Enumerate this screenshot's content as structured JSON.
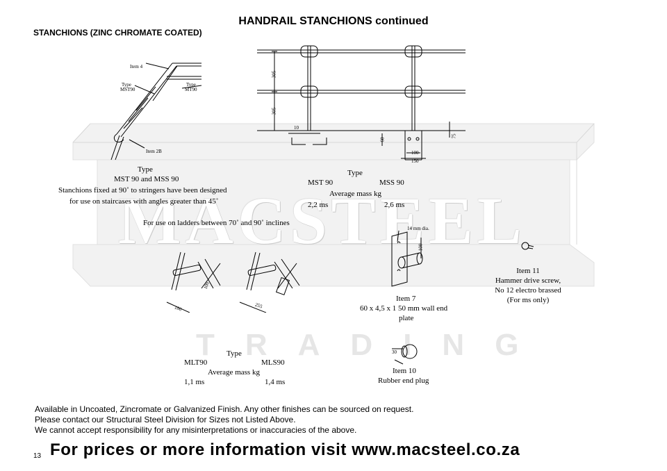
{
  "header": {
    "title": "HANDRAIL STANCHIONS continued",
    "subtitle": "STANCHIONS (ZINC CHROMATE COATED)"
  },
  "watermark": {
    "main": "MACSTEEL",
    "sub": "TRADING"
  },
  "stair_drawing": {
    "item4": "Item 4",
    "type_left_1": "Type",
    "type_left_2": "MST90",
    "type_right_1": "Type",
    "type_right_2": "MT90",
    "item2b": "Item 2B"
  },
  "stair_text": {
    "type": "Type",
    "models": "MST 90 and MSS 90",
    "line1": "Stanchions fixed at 90˚ to stringers have been designed",
    "line2": "for use on staircases with angles greater than 45˚",
    "line3": "For use on ladders between 70˚ and 90˚ inclines"
  },
  "elevation": {
    "dim_top": "305",
    "dim_bottom": "305",
    "dim_10": "10",
    "dim_60": "60",
    "dim_75": "75",
    "dim_100": "100",
    "dim_150": "150"
  },
  "mst_table": {
    "type": "Type",
    "col1": "MST 90",
    "col2": "MSS 90",
    "mass_label": "Average mass kg",
    "val1": "2,2 ms",
    "val2": "2,6 ms"
  },
  "ladder": {
    "dim_180": "180",
    "dim_255": "255",
    "dim_100": "100"
  },
  "mlt_table": {
    "type": "Type",
    "col1": "MLT90",
    "col2": "MLS90",
    "mass_label": "Average mass kg",
    "val1": "1,1 ms",
    "val2": "1,4 ms"
  },
  "item7": {
    "dim_hole": "14 mm dia.",
    "dim_100": "100",
    "title": "Item 7",
    "line1": "60 x 4,5 x 1 50 mm wall end",
    "line2": "plate"
  },
  "item10": {
    "dim_30": "30",
    "title": "Item 10",
    "desc": "Rubber end plug"
  },
  "item11": {
    "title": "Item 11",
    "line1": "Hammer drive screw,",
    "line2": "No 12 electro brassed",
    "line3": "(For ms only)"
  },
  "footer": {
    "line1": "Available in Uncoated, Zincromate or Galvanized Finish. Any other finishes can be sourced on request.",
    "line2": "Please contact our Structural Steel Division for Sizes not Listed Above.",
    "line3": "We cannot accept responsibility for any misinterpretations or inaccuracies of the above.",
    "page_number": "13",
    "visit": "For prices or more information visit www.macsteel.co.za"
  }
}
